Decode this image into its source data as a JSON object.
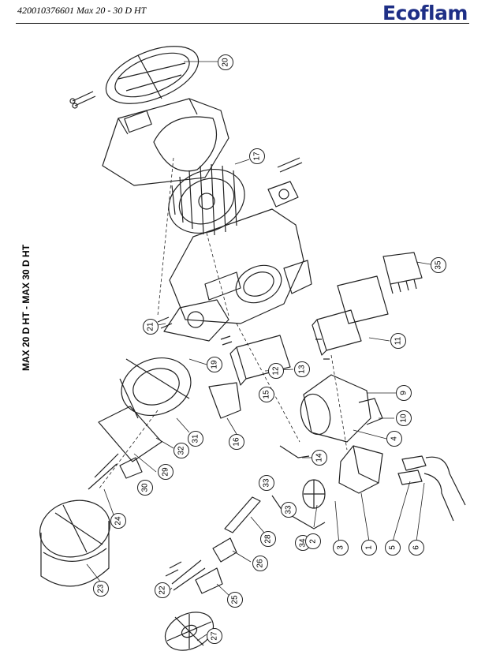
{
  "header": {
    "doc_code": "420010376601  Max 20 - 30 D HT",
    "brand": "Ecoflam"
  },
  "side_title": "MAX 20 D HT - MAX 30 D HT",
  "callouts": [
    {
      "n": "20"
    },
    {
      "n": "17"
    },
    {
      "n": "35"
    },
    {
      "n": "21"
    },
    {
      "n": "11"
    },
    {
      "n": "19"
    },
    {
      "n": "13"
    },
    {
      "n": "12"
    },
    {
      "n": "15"
    },
    {
      "n": "9"
    },
    {
      "n": "10"
    },
    {
      "n": "31"
    },
    {
      "n": "32"
    },
    {
      "n": "16"
    },
    {
      "n": "29"
    },
    {
      "n": "30"
    },
    {
      "n": "4"
    },
    {
      "n": "14"
    },
    {
      "n": "24"
    },
    {
      "n": "33"
    },
    {
      "n": "33"
    },
    {
      "n": "34"
    },
    {
      "n": "2"
    },
    {
      "n": "3"
    },
    {
      "n": "1"
    },
    {
      "n": "5"
    },
    {
      "n": "6"
    },
    {
      "n": "28"
    },
    {
      "n": "26"
    },
    {
      "n": "23"
    },
    {
      "n": "22"
    },
    {
      "n": "25"
    },
    {
      "n": "27"
    }
  ]
}
